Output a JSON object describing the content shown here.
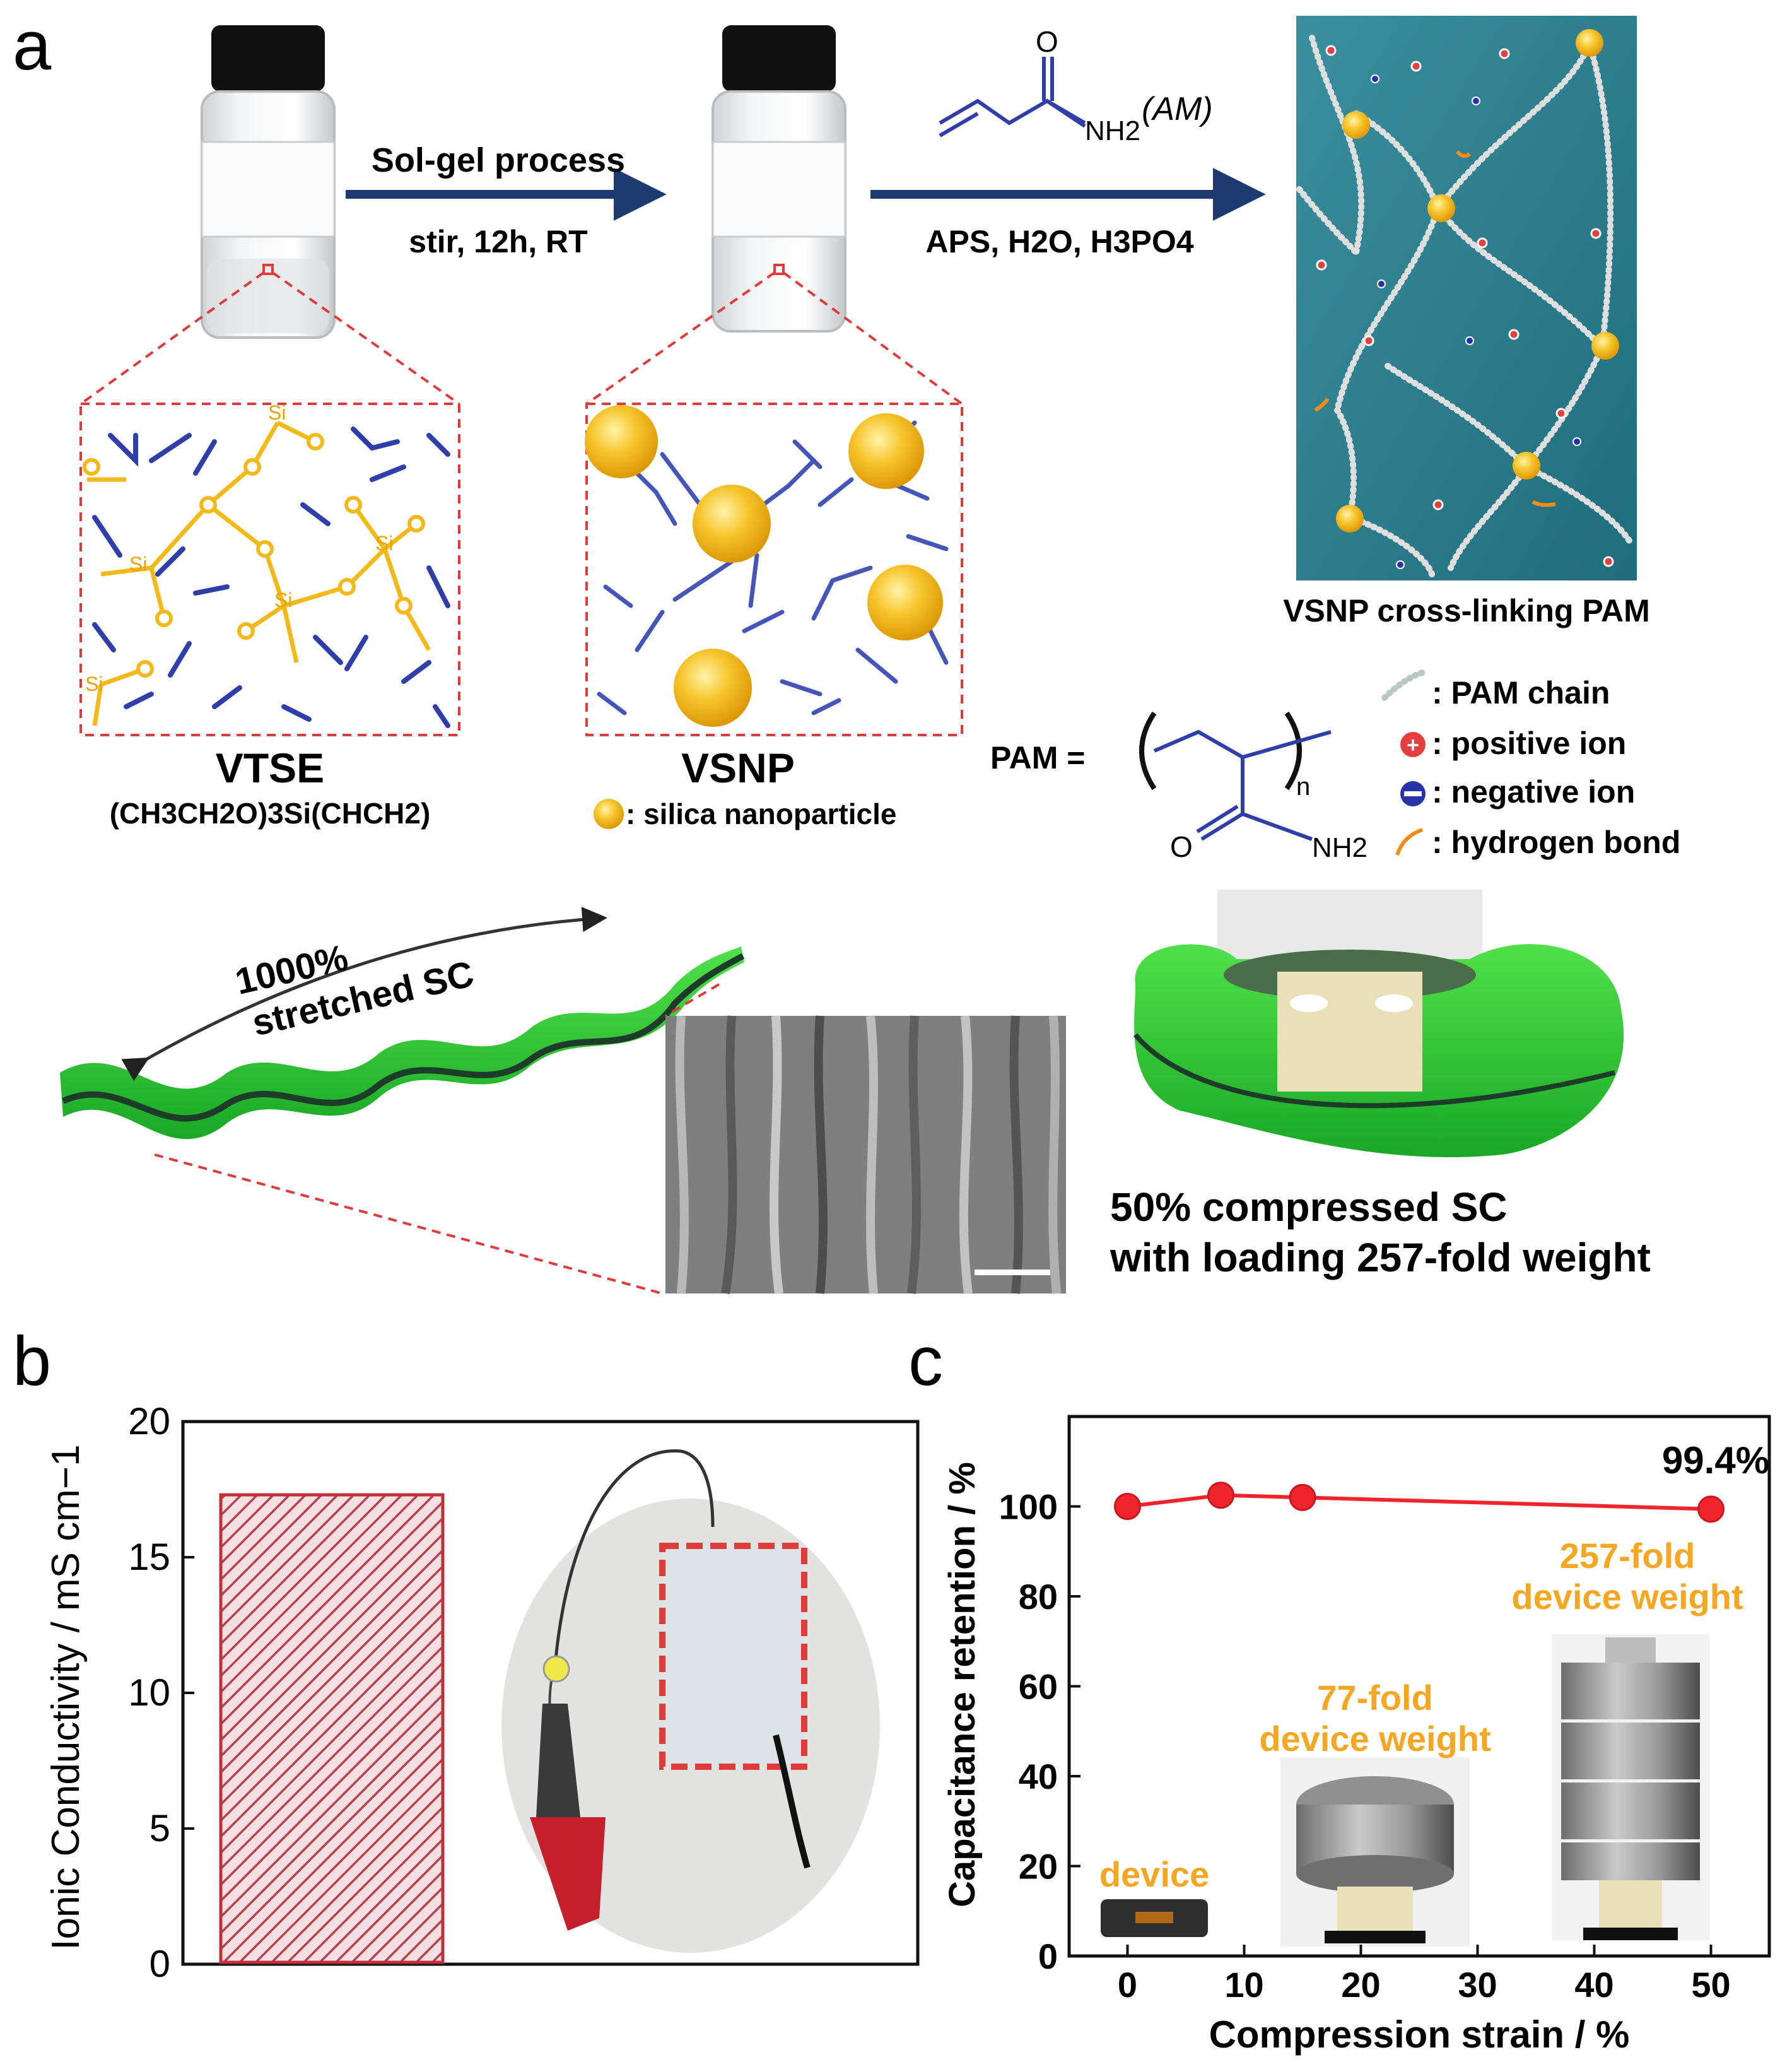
{
  "panel_a": {
    "letter": "a",
    "arrow1_top": "Sol-gel process",
    "arrow1_bottom": "stir, 12h, RT",
    "monomer_label": "(AM)",
    "monomer_O": "O",
    "monomer_NH2": "NH2",
    "arrow2_bottom": "APS, H2O, H3PO4",
    "network_caption": "VSNP cross-linking PAM",
    "vtse_title": "VTSE",
    "vtse_formula": "(CH3CH2O)3Si(CHCH2)",
    "vsnp_title": "VSNP",
    "silica_legend": ": silica nanoparticle",
    "si_label": "Si",
    "o_label": "O",
    "pam_eq": "PAM =",
    "pam_n": "n",
    "pam_O": "O",
    "pam_NH2": "NH2",
    "legend": [
      {
        "key": "chain",
        "label": ": PAM chain"
      },
      {
        "key": "pos",
        "label": ": positive ion"
      },
      {
        "key": "neg",
        "label": ": negative ion"
      },
      {
        "key": "hbond",
        "label": ": hydrogen bond"
      }
    ],
    "stretch_line1": "1000%",
    "stretch_line2": "stretched SC",
    "compress_line1": "50% compressed SC",
    "compress_line2": "with loading 257-fold weight",
    "colors": {
      "navy": "#1f3a6e",
      "silica": "#f2b91b",
      "gel": "#2fc43a",
      "network": "#2d8a99",
      "dash": "#e03b3b"
    }
  },
  "panel_b": {
    "letter": "b",
    "chart_data": {
      "type": "bar",
      "categories": [
        ""
      ],
      "values": [
        17.3
      ],
      "ylabel": "Ionic Conductivity / mS cm−1",
      "ylim": [
        0,
        20
      ],
      "yticks": [
        "0",
        "5",
        "10",
        "15",
        "20"
      ],
      "bar_color": "#c0303a"
    }
  },
  "panel_c": {
    "letter": "c",
    "chart_data": {
      "type": "line",
      "x": [
        0,
        8,
        15,
        50
      ],
      "y": [
        100,
        102.5,
        102,
        99.4
      ],
      "xlabel": "Compression strain / %",
      "ylabel": "Capacitance retention / %",
      "xlim": [
        -5,
        55
      ],
      "ylim": [
        0,
        120
      ],
      "xticks": [
        "0",
        "10",
        "20",
        "30",
        "40",
        "50"
      ],
      "yticks": [
        "0",
        "20",
        "40",
        "60",
        "80",
        "100"
      ],
      "series_color": "#f0242c",
      "annotation": "99.4%"
    },
    "label_device": "device",
    "label_77_line1": "77-fold",
    "label_77_line2": "device weight",
    "label_257_line1": "257-fold",
    "label_257_line2": "device weight",
    "annot_color": "#f5a623"
  }
}
